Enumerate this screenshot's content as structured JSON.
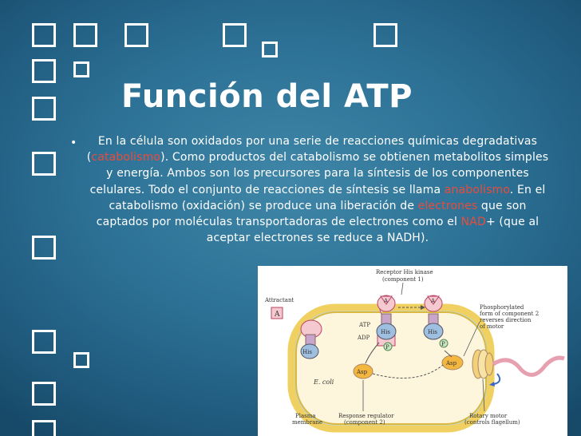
{
  "slide": {
    "title": "Función del ATP",
    "bullet": "•",
    "body_parts": [
      {
        "text": "En la célula son oxidados por una serie de reacciones químicas degradativas (",
        "highlight": false
      },
      {
        "text": "catabolismo",
        "highlight": true
      },
      {
        "text": "). Como productos del catabolismo se obtienen metabolitos simples y energía. Ambos son los precursores para la síntesis de los componentes celulares. Todo el conjunto de reacciones de síntesis se llama ",
        "highlight": false
      },
      {
        "text": "anabolismo",
        "highlight": true
      },
      {
        "text": ". En el catabolismo (oxidación) se produce una liberación de ",
        "highlight": false
      },
      {
        "text": "electrones",
        "highlight": true
      },
      {
        "text": " que son captados por moléculas transportadoras de electrones como el ",
        "highlight": false
      },
      {
        "text": "NAD",
        "highlight": true
      },
      {
        "text": "+ (que al aceptar electrones se reduce a NADH).",
        "highlight": false
      }
    ],
    "highlight_color": "#e74c3c"
  },
  "figure": {
    "receptor_line1": "Receptor His kinase",
    "receptor_line2": "(component 1)",
    "attractant": "Attractant",
    "a": "A",
    "atp": "ATP",
    "adp": "ADP",
    "his": "His",
    "p": "P",
    "asp": "Asp",
    "ecoli": "E. coli",
    "phos_line1": "Phosphorylated",
    "phos_line2": "form of component 2",
    "phos_line3": "reverses direction",
    "phos_line4": "of motor",
    "plasma_line1": "Plasma",
    "plasma_line2": "membrane",
    "regulator_line1": "Response regulator",
    "regulator_line2": "(component 2)",
    "motor_line1": "Rotary motor",
    "motor_line2": "(controls flagellum)"
  }
}
